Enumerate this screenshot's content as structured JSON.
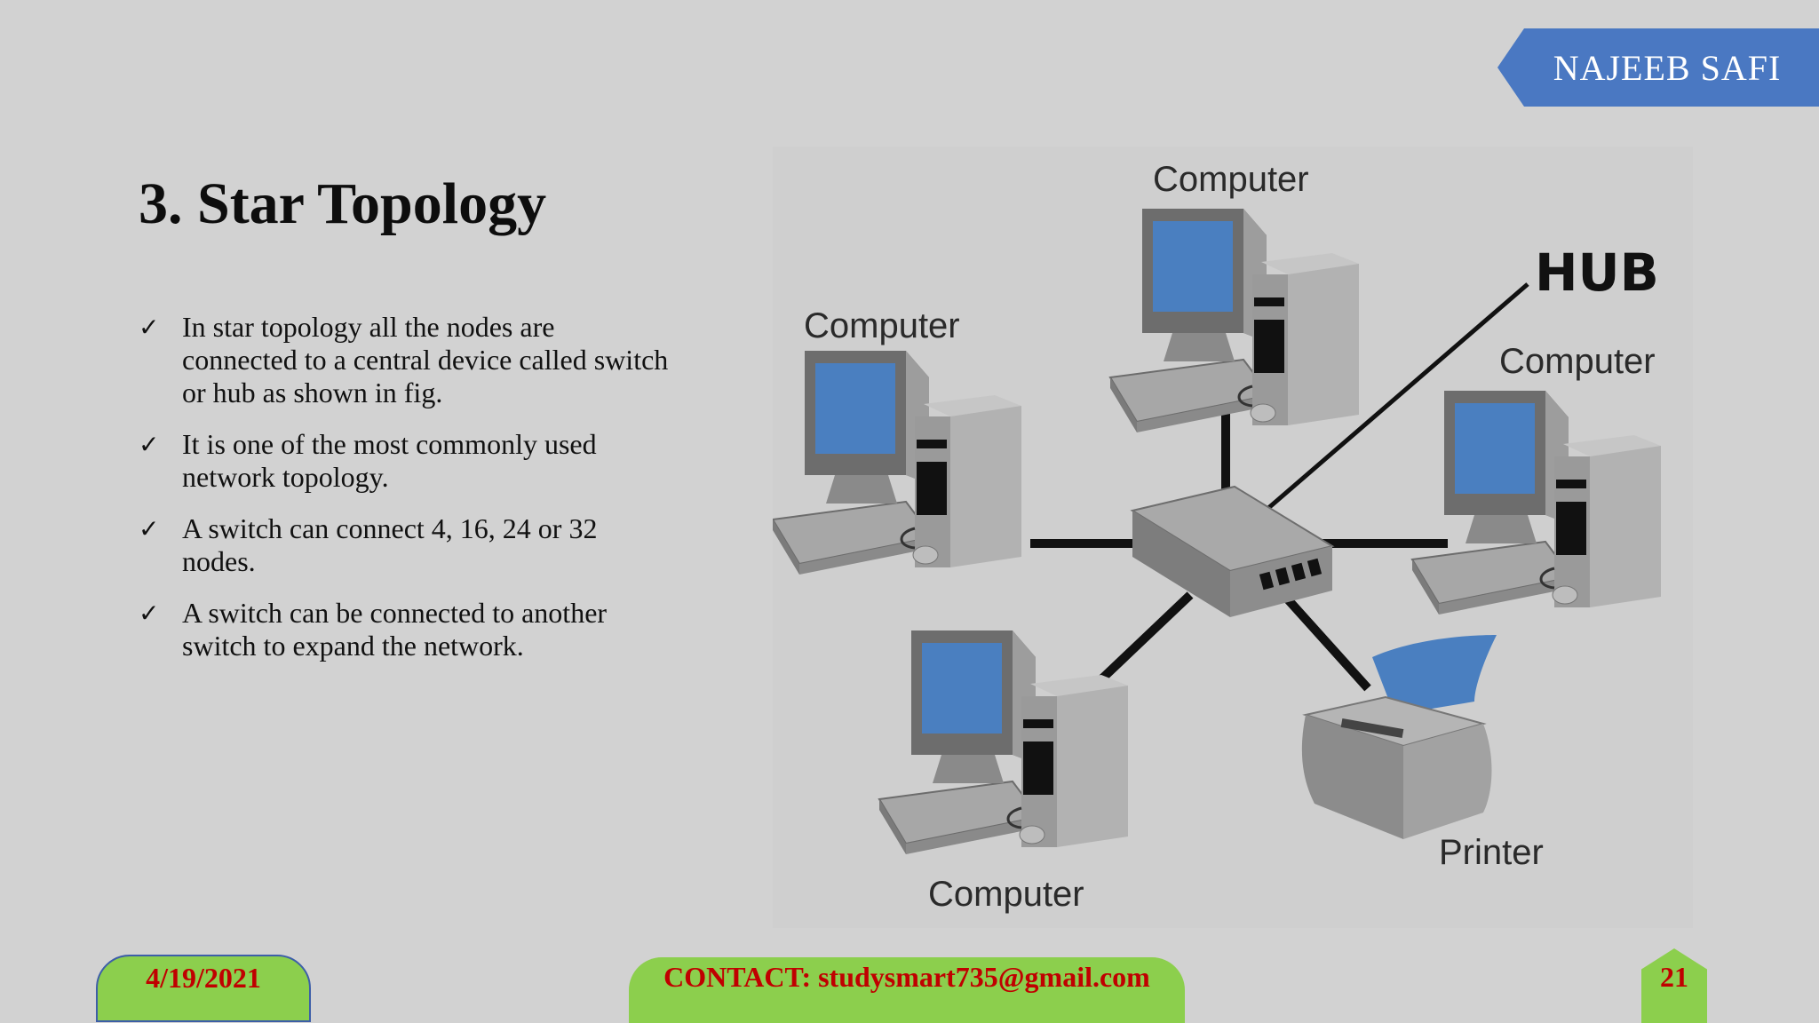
{
  "header": {
    "author": "NAJEEB SAFI"
  },
  "slide": {
    "title": "3. Star Topology",
    "bullets": [
      "In star topology all the nodes are connected to a central device called switch or hub as shown in fig.",
      "It is one of the most commonly used network topology.",
      "A switch can connect 4, 16, 24 or 32 nodes.",
      "A switch can be connected to another switch to expand the network."
    ],
    "bullet_icon": "check-icon"
  },
  "figure": {
    "labels": {
      "computer_top": "Computer",
      "computer_left": "Computer",
      "computer_right": "Computer",
      "computer_bottom": "Computer",
      "hub": "HUB",
      "printer": "Printer"
    },
    "colors": {
      "screen": "#4a7fc0",
      "device_dark": "#6f6f6f",
      "device_mid": "#9a9a9a",
      "device_light": "#c4c4c4",
      "cable": "#111111"
    }
  },
  "footer": {
    "date": "4/19/2021",
    "contact": "CONTACT: studysmart735@gmail.com",
    "page_number": "21",
    "accent": "#8ccf4d",
    "text_color": "#c00000"
  }
}
